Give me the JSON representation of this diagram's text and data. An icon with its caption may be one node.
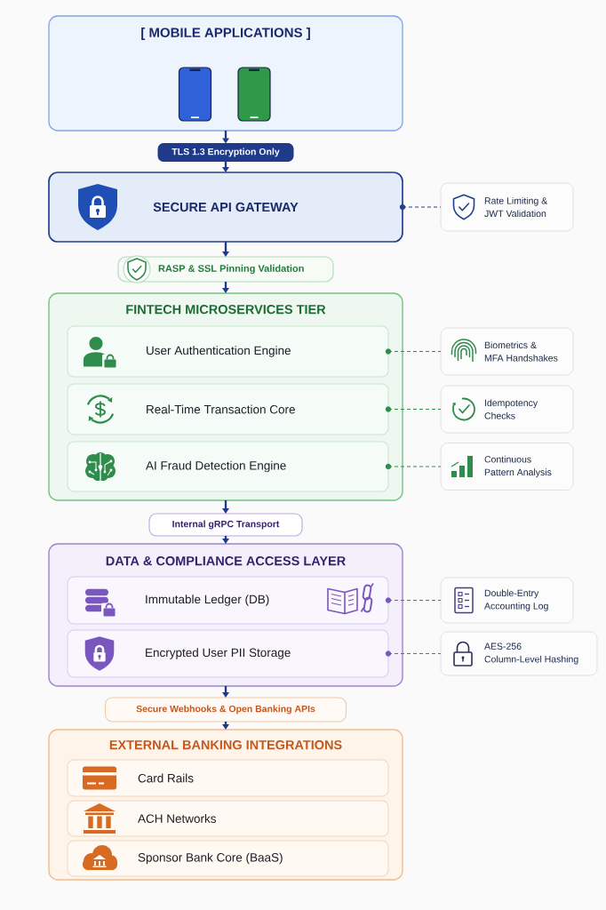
{
  "diagram": {
    "nodes": [
      {
        "text": [
          "[ MOBILE APPLICATIONS ]"
        ]
      },
      {
        "text": [
          "TLS 1.3 Encryption Only"
        ]
      },
      {
        "text": [
          "SECURE API GATEWAY"
        ]
      },
      {
        "text": [
          "Rate Limiting & JWT Validation"
        ]
      },
      {
        "text": [
          "RASP & SSL Pinning Validation"
        ]
      },
      {
        "text": [
          "FINTECH MICROSERVICES TIER"
        ]
      },
      {
        "text": [
          "User Authentication Engine"
        ],
        "in": 5
      },
      {
        "text": [
          "Real-Time Transaction Core"
        ],
        "in": 5
      },
      {
        "text": [
          "AI Fraud Detection Engine"
        ],
        "in": 5
      },
      {
        "text": [
          "Biometrics & MFA Handshakes"
        ]
      },
      {
        "text": [
          "Idempotency Checks"
        ]
      },
      {
        "text": [
          "Continuous Pattern Analysis"
        ]
      },
      {
        "text": [
          "Internal gRPC Transport"
        ]
      },
      {
        "text": [
          "DATA & COMPLIANCE ACCESS LAYER"
        ]
      },
      {
        "text": [
          "Immutable Ledger (DB)"
        ],
        "in": 13
      },
      {
        "text": [
          "Encrypted User PII Storage"
        ],
        "in": 13
      },
      {
        "text": [
          "Double-Entry Accounting Log"
        ]
      },
      {
        "text": [
          "AES-256 Column-Level Hashing"
        ]
      },
      {
        "text": [
          "Secure Webhooks & Open Banking APIs"
        ]
      },
      {
        "text": [
          "EXTERNAL BANKING INTEGRATIONS"
        ]
      },
      {
        "text": [
          "Card Rails"
        ],
        "in": 19
      },
      {
        "text": [
          "ACH Networks"
        ],
        "in": 19
      },
      {
        "text": [
          "Sponsor Bank Core (BaaS)"
        ],
        "in": 19
      }
    ],
    "edges": [
      {
        "from": 0,
        "to": 1,
        "arrow": "to"
      },
      {
        "from": 1,
        "to": 2,
        "arrow": "to"
      },
      {
        "from": 2,
        "to": 3,
        "arrow": "other",
        "style": "dashed",
        "color": "#22408e"
      },
      {
        "from": 2,
        "to": 4,
        "arrow": "to"
      },
      {
        "from": 4,
        "to": 5,
        "arrow": "to"
      },
      {
        "from": 6,
        "to": 9,
        "arrow": "other",
        "style": "dashed",
        "color": "#2f8c4c"
      },
      {
        "from": 7,
        "to": 10,
        "arrow": "other",
        "style": "dashed",
        "color": "#2f8c4c"
      },
      {
        "from": 8,
        "to": 11,
        "arrow": "other",
        "style": "dashed",
        "color": "#2f8c4c"
      },
      {
        "from": 5,
        "to": 12,
        "arrow": "to"
      },
      {
        "from": 12,
        "to": 13,
        "arrow": "to"
      },
      {
        "from": 14,
        "to": 16,
        "arrow": "other",
        "style": "dashed",
        "color": "#7a56bf"
      },
      {
        "from": 15,
        "to": 17,
        "arrow": "other",
        "style": "dashed",
        "color": "#7a56bf"
      },
      {
        "from": 13,
        "to": 18,
        "arrow": "to"
      },
      {
        "from": 18,
        "to": 19,
        "arrow": "to"
      }
    ]
  }
}
